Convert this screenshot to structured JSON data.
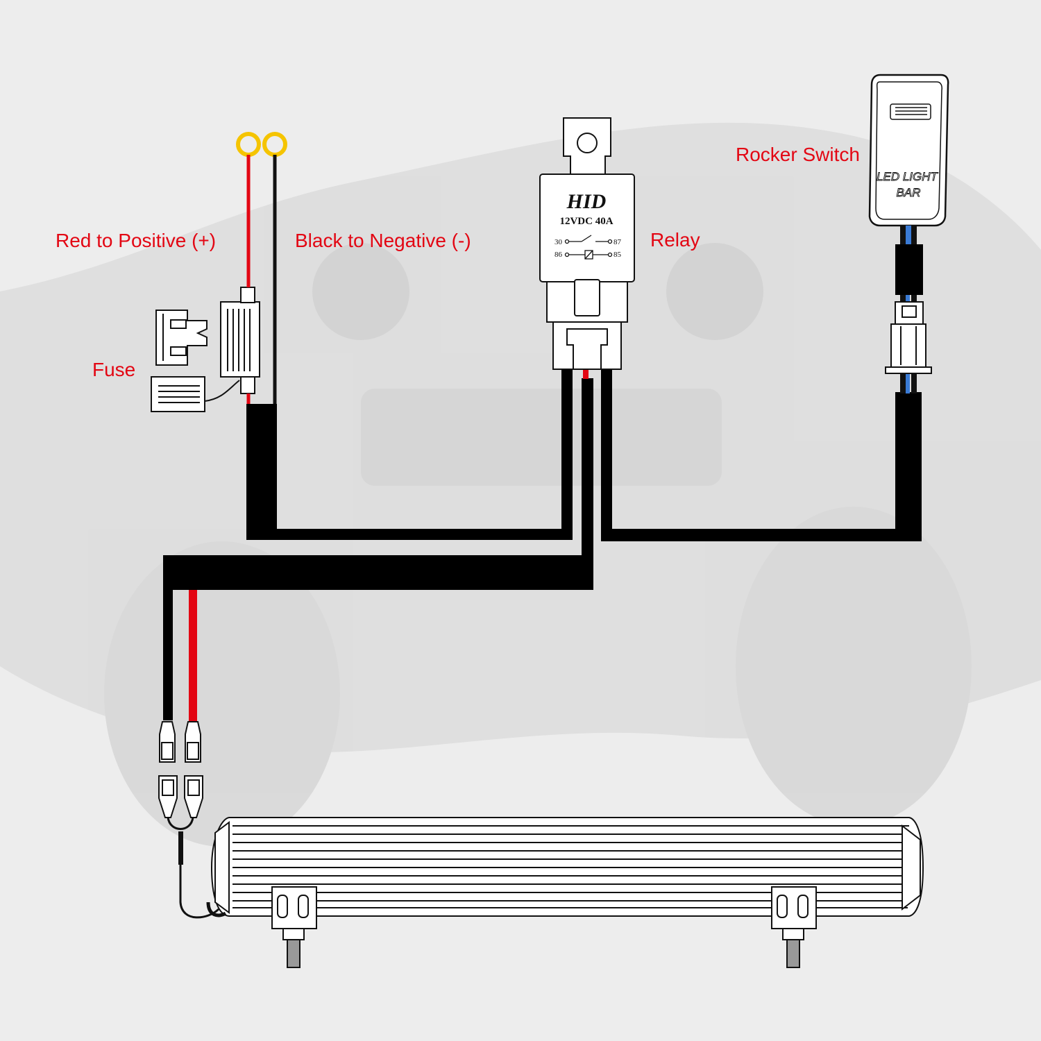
{
  "labels": {
    "red_positive": "Red to Positive (+)",
    "black_negative": "Black to Negative (-)",
    "relay": "Relay",
    "rocker_switch": "Rocker Switch",
    "fuse": "Fuse"
  },
  "relay": {
    "brand": "HID",
    "rating": "12VDC 40A",
    "pin_30": "30",
    "pin_86": "86",
    "pin_87": "87",
    "pin_85": "85"
  },
  "switch": {
    "line1": "LED LIGHT",
    "line2": "BAR"
  },
  "colors": {
    "label": "#e30613",
    "positive_wire": "#e30613",
    "negative_wire": "#111111",
    "terminal_ring": "#f5c400",
    "background": "#ededed"
  }
}
